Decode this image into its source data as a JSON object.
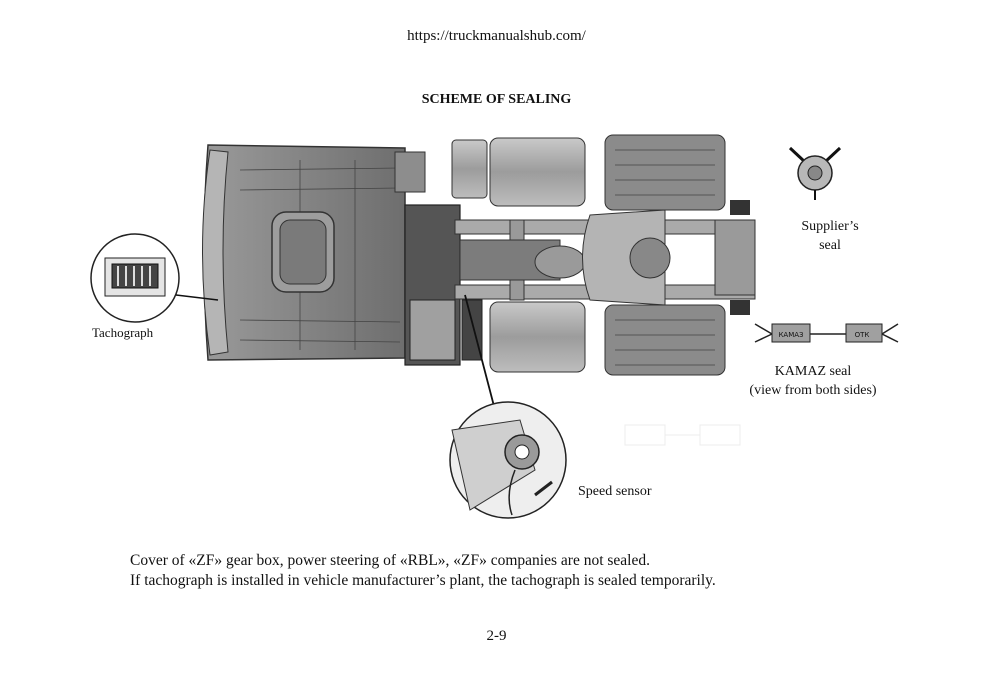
{
  "header": {
    "url": "https://truckmanualshub.com/"
  },
  "title": "SCHEME OF SEALING",
  "labels": {
    "tachograph": "Tachograph",
    "supplier_seal_line1": "Supplier’s",
    "supplier_seal_line2": "seal",
    "kamaz_seal_line1": "KAMAZ seal",
    "kamaz_seal_line2": "(view from both sides)",
    "speed_sensor": "Speed sensor",
    "kamaz_tag1": "КАМАЗ",
    "kamaz_tag2": "ОТК"
  },
  "notes": [
    "Cover of «ZF» gear box, power steering of «RBL», «ZF» companies are not sealed.",
    "If tachograph is installed in vehicle manufacturer’s plant, the tachograph is sealed temporarily."
  ],
  "footer": {
    "page": "2-9"
  },
  "colors": {
    "body_gray": "#8a8a8a",
    "dark_gray": "#4a4a4a",
    "light_gray": "#c8c8c8"
  }
}
